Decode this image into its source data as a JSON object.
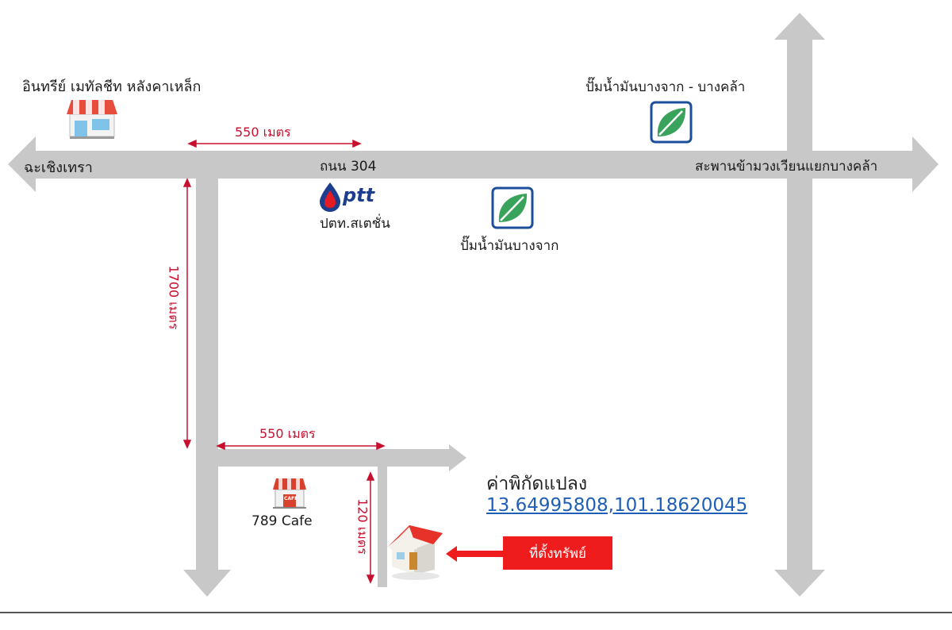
{
  "labels": {
    "shop_name": "อินทรีย์ เมทัลชีท หลังคาเหล็ก",
    "west_destination": "ฉะเชิงเทรา",
    "road_name": "ถนน 304",
    "east_destination": "สะพานข้ามวงเวียนแยกบางคล้า",
    "gas_station_1": "ปั๊มน้ำมันบางจาก - บางคล้า",
    "gas_station_2": "ปั๊มน้ำมันบางจาก",
    "ptt_station": "ปตท.สเตชั่น",
    "ptt_logo_text": "ptt",
    "cafe": "789  Cafe",
    "cafe_sign": "CAFE"
  },
  "distances": {
    "top_horizontal": "550 เมตร",
    "vertical_long": "1700 เมตร",
    "lower_horizontal": "550 เมตร",
    "vertical_short": "120 เมตร"
  },
  "coordinates": {
    "title": "ค่าพิกัดแปลง",
    "value": "13.64995808,101.18620045"
  },
  "property": {
    "label": "ที่ตั้งทรัพย์"
  },
  "colors": {
    "road": "#c8c8c8",
    "distance": "#c8102e",
    "property_tag": "#ee1c1c",
    "link": "#1f5fb5",
    "bangchak_green": "#3aa35b",
    "bangchak_blue": "#1b4f9c",
    "ptt_blue": "#1d3d8f",
    "house_roof": "#e63228"
  },
  "icons": [
    "shop-icon",
    "bangchak-logo-icon",
    "ptt-logo-icon",
    "cafe-icon",
    "house-icon"
  ]
}
